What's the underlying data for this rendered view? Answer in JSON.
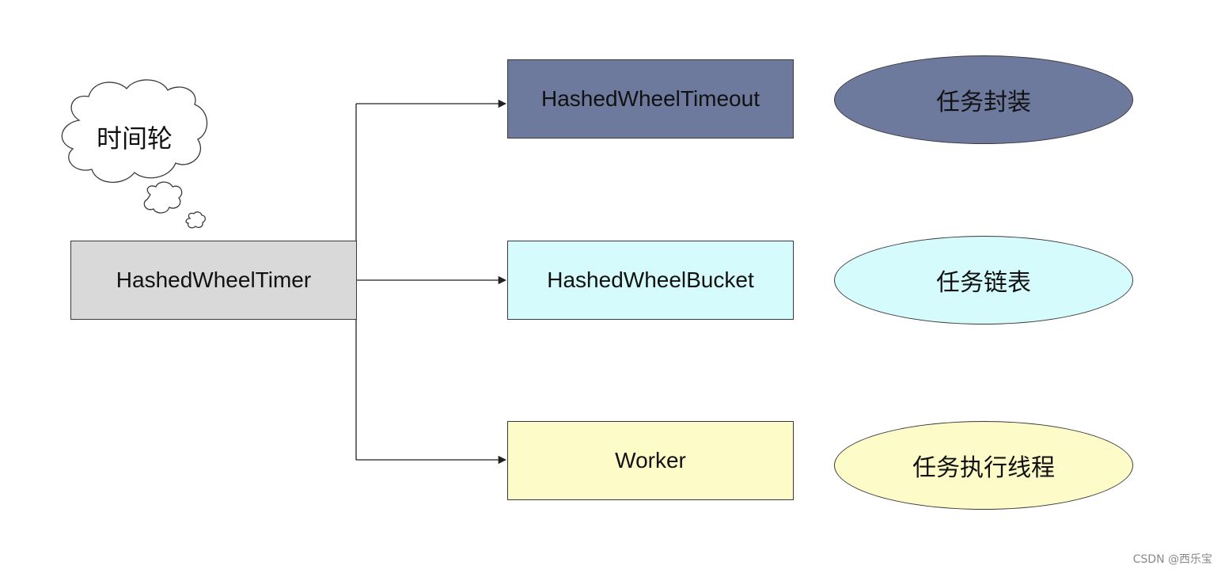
{
  "cloud": {
    "label": "时间轮"
  },
  "root": {
    "label": "HashedWheelTimer",
    "color": "#d9d9d9"
  },
  "components": [
    {
      "label": "HashedWheelTimeout",
      "color": "#6d7a9e",
      "desc": "任务封装"
    },
    {
      "label": "HashedWheelBucket",
      "color": "#d6fbfd",
      "desc": "任务链表"
    },
    {
      "label": "Worker",
      "color": "#fdfcc9",
      "desc": "任务执行线程"
    }
  ],
  "watermark": "CSDN @西乐宝"
}
